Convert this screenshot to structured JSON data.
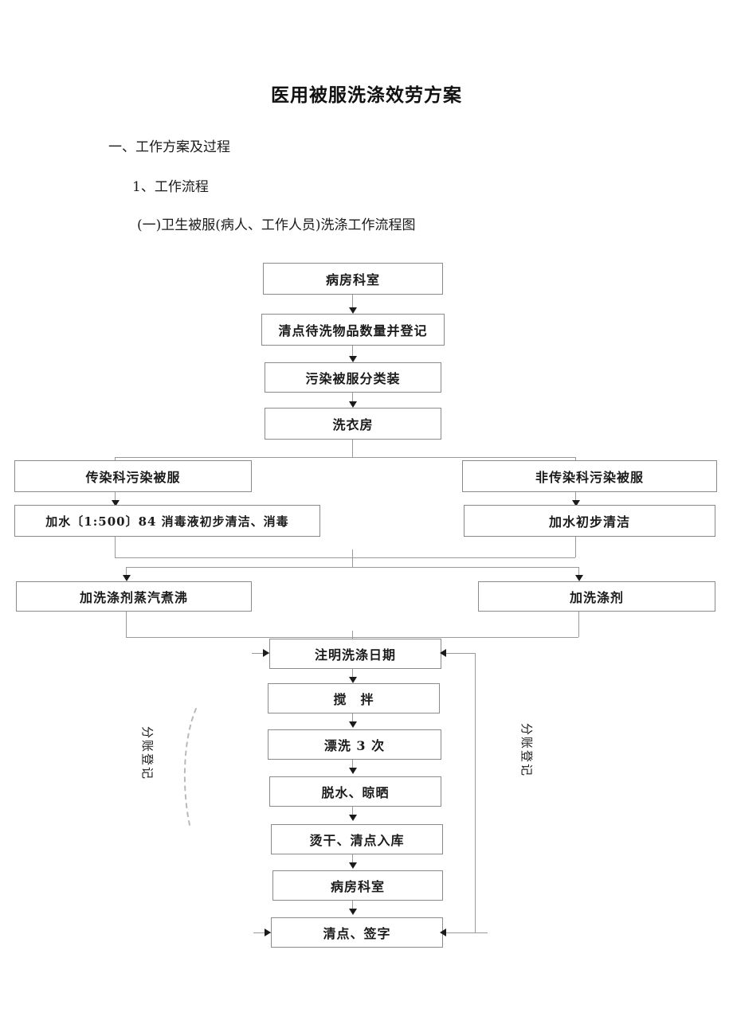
{
  "document": {
    "title": "医用被服洗涤效劳方案",
    "section_heading": "一、工作方案及过程",
    "subsection_heading": "1、工作流程",
    "figure_caption": "(一)卫生被服(病人、工作人员)洗涤工作流程图"
  },
  "chart_data": {
    "type": "diagram",
    "title": "(一)卫生被服(病人、工作人员)洗涤工作流程图",
    "nodes": [
      {
        "id": "n1",
        "label": "病房科室"
      },
      {
        "id": "n2",
        "label": "清点待洗物品数量并登记"
      },
      {
        "id": "n3",
        "label": "污染被服分类装"
      },
      {
        "id": "n4",
        "label": "洗衣房"
      },
      {
        "id": "n5",
        "label": "传染科污染被服"
      },
      {
        "id": "n6",
        "label": "非传染科污染被服"
      },
      {
        "id": "n7",
        "label": "加水〔1:500〕84 消毒液初步清洁、消毒"
      },
      {
        "id": "n8",
        "label": "加水初步清洁"
      },
      {
        "id": "n9",
        "label": "加洗涤剂蒸汽煮沸"
      },
      {
        "id": "n10",
        "label": "加洗涤剂"
      },
      {
        "id": "n11",
        "label": "注明洗涤日期"
      },
      {
        "id": "n12",
        "label": "搅　拌"
      },
      {
        "id": "n13",
        "label": "漂洗 3 次"
      },
      {
        "id": "n14",
        "label": "脱水、晾晒"
      },
      {
        "id": "n15",
        "label": "烫干、清点入库"
      },
      {
        "id": "n16",
        "label": "病房科室"
      },
      {
        "id": "n17",
        "label": "清点、签字"
      }
    ],
    "edges": [
      {
        "from": "n1",
        "to": "n2"
      },
      {
        "from": "n2",
        "to": "n3"
      },
      {
        "from": "n3",
        "to": "n4"
      },
      {
        "from": "n4",
        "to": "n5"
      },
      {
        "from": "n4",
        "to": "n6"
      },
      {
        "from": "n5",
        "to": "n7"
      },
      {
        "from": "n6",
        "to": "n8"
      },
      {
        "from": "n7",
        "to": "n9"
      },
      {
        "from": "n8",
        "to": "n10"
      },
      {
        "from": "n9",
        "to": "n11"
      },
      {
        "from": "n10",
        "to": "n11"
      },
      {
        "from": "n11",
        "to": "n12"
      },
      {
        "from": "n12",
        "to": "n13"
      },
      {
        "from": "n13",
        "to": "n14"
      },
      {
        "from": "n14",
        "to": "n15"
      },
      {
        "from": "n15",
        "to": "n16"
      },
      {
        "from": "n16",
        "to": "n17"
      }
    ],
    "side_labels": [
      {
        "id": "left-label",
        "label": "分账登记"
      },
      {
        "id": "right-label",
        "label": "分账登记"
      }
    ]
  },
  "colors": {
    "box_border": "#8a8a8a",
    "connector": "#9a9a9a",
    "arrow": "#1b1b1b",
    "text": "#1b1b1b",
    "background": "#ffffff"
  }
}
